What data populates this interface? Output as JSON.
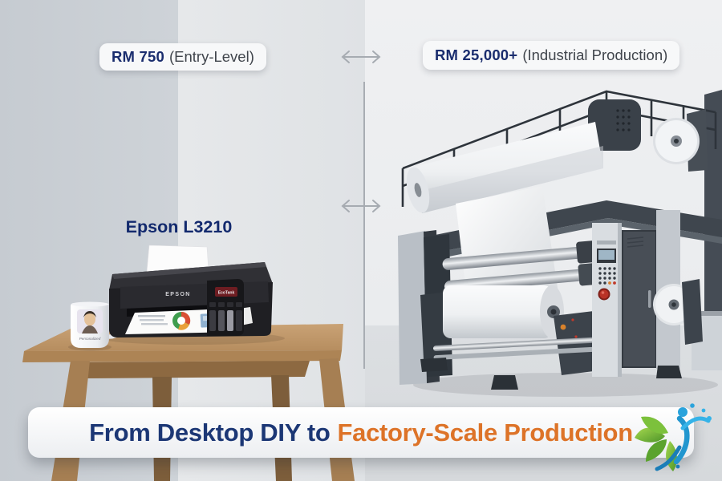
{
  "left_panel": {
    "price": "RM 750",
    "tier": "(Entry-Level)",
    "product_name": "Epson L3210",
    "printer_brand": "EPSON",
    "ink_system_badge": "EcoTank",
    "mug_caption": "Personalized"
  },
  "right_panel": {
    "price": "RM 25,000+",
    "tier": "(Industrial Production)"
  },
  "banner": {
    "text_primary": "From Desktop DIY to",
    "text_accent": "Factory-Scale Production"
  },
  "icons": {
    "compare_arrow": "↔",
    "brand_logo": "green-leaf and blue-splash figure"
  },
  "colors": {
    "navy": "#1a2d6e",
    "banner_navy": "#1c3775",
    "accent_orange": "#dd7328",
    "tier_text": "#40454c",
    "pill_background": "#f7f8f9",
    "divider_gray": "#9aa0a6",
    "wall_left": "#cdd2d7",
    "wall_mid": "#e2e5e8",
    "wall_right": "#eff0f2",
    "floor": "#d9dcdf",
    "table_wood": "#bf9869",
    "logo_green": "#6fae2f",
    "logo_blue": "#2aa3dc"
  }
}
